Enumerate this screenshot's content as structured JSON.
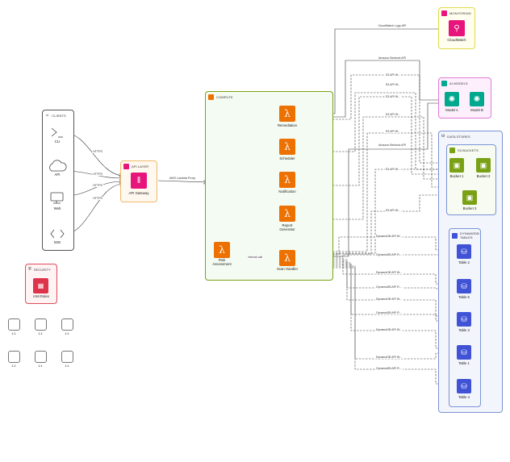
{
  "groups": {
    "clients": "CLIENTS",
    "api_layer": "API LAYER",
    "compute": "COMPUTE",
    "monitoring": "MONITORING",
    "ai_models": "AI MODELS",
    "data_stores": "DATA STORES",
    "s3_buckets": "S3 BUCKETS",
    "dynamodb_tables": "DYNAMODB TABLES",
    "security": "SECURITY"
  },
  "clients": [
    "CLI",
    "API",
    "Web",
    "SDK"
  ],
  "api_gateway": "API Gateway",
  "compute_nodes": {
    "remediation": "Remediation",
    "scheduler": "Scheduler",
    "notification": "Notification",
    "report_generator": "Report Generator",
    "risk_assessment": "Risk Assessment",
    "scan_handler": "Scan Handler"
  },
  "cloudwatch": "CloudWatch",
  "models": [
    "Model A",
    "Model B"
  ],
  "buckets": [
    "Bucket 1",
    "Bucket 2",
    "Bucket 3"
  ],
  "tables": [
    "Table 2",
    "Table 5",
    "Table 3",
    "Table 1",
    "Table 4"
  ],
  "iam": "IAM Roles",
  "edge_labels": {
    "https": "HTTPS",
    "lambda_proxy": "AWS Lambda Proxy",
    "cloudwatch_logs": "CloudWatch Logs API",
    "bedrock_1": "Amazon Bedrock API",
    "bedrock_2": "Amazon Bedrock API",
    "internal_call": "internal call",
    "s3_labels": [
      "S3 API W...",
      "S3 API W...",
      "S3 API W...",
      "S3 API W...",
      "S3 API W...",
      "S3 API W...",
      "S3 API W..."
    ],
    "dynamo_labels": [
      "DynamoDB API W...",
      "DynamoDB API R...",
      "DynamoDB API W...",
      "DynamoDB API R...",
      "DynamoDB API W...",
      "DynamoDB API R...",
      "DynamoDB API W...",
      "DynamoDB API W...",
      "DynamoDB API R..."
    ]
  },
  "misc_labels": [
    "1:1",
    "1:1",
    "1:1",
    "1:1",
    "1:1",
    "1:1"
  ],
  "colors": {
    "lambda": "#ED7100",
    "api_gateway": "#E7157B",
    "cloudwatch": "#E7157B",
    "bedrock": "#01A88D",
    "s3": "#7AA116",
    "dynamodb": "#4053D6",
    "iam": "#DD344C",
    "compute_border": "#7AA116",
    "monitoring_border": "#E0DA4A",
    "ai_border": "#E07BD7",
    "data_border": "#7B93D6",
    "security_border": "#E04B5A"
  }
}
